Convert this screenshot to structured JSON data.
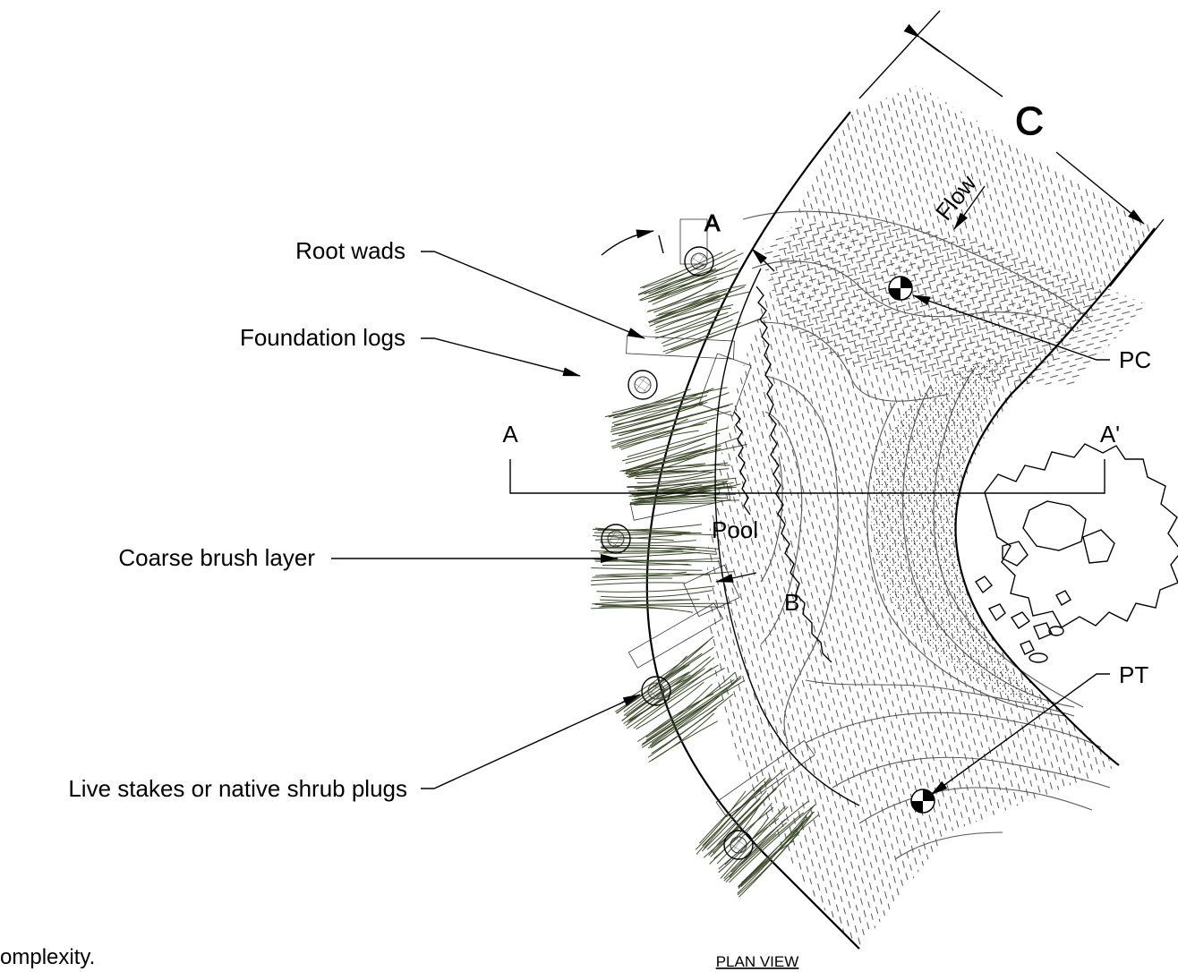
{
  "labels": {
    "root_wads": "Root wads",
    "foundation_logs": "Foundation logs",
    "coarse_brush_layer": "Coarse brush layer",
    "live_stakes": "Live stakes or native shrub plugs",
    "pc": "PC",
    "pt": "PT",
    "flow": "Flow",
    "dimension_c": "C",
    "section_a": "A",
    "section_a_prime": "A'",
    "pool": "Pool",
    "b": "B",
    "plan_view": "PLAN VIEW",
    "caption_fragment": "omplexity.",
    "section_marker_top": "A"
  },
  "colors": {
    "vegetation": "#3d4a2a",
    "lines": "#000000"
  }
}
